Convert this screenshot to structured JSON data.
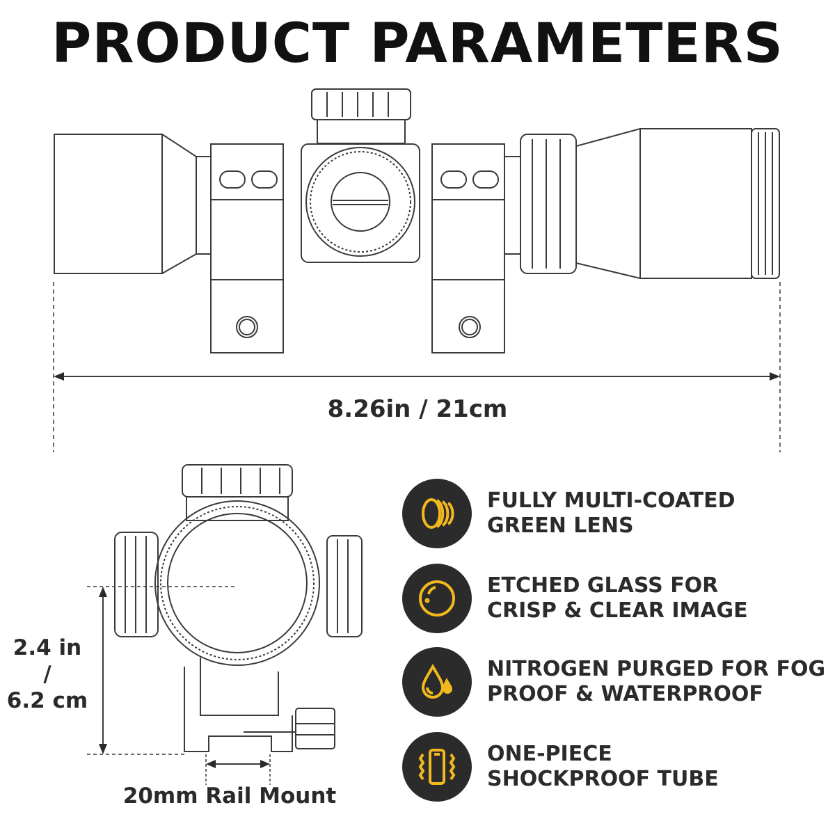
{
  "title": "PRODUCT PARAMETERS",
  "dimensions": {
    "length": "8.26in / 21cm",
    "height_line1": "2.4 in",
    "height_line2": "/",
    "height_line3": "6.2 cm",
    "rail": "20mm Rail Mount"
  },
  "features": [
    {
      "icon": "lens-icon",
      "line1": "FULLY MULTI-COATED",
      "line2": "GREEN LENS"
    },
    {
      "icon": "glass-ball-icon",
      "line1": "ETCHED GLASS FOR",
      "line2": "CRISP & CLEAR IMAGE"
    },
    {
      "icon": "water-drop-icon",
      "line1": "NITROGEN PURGED FOR FOG",
      "line2": "PROOF & WATERPROOF"
    },
    {
      "icon": "shockproof-tube-icon",
      "line1": "ONE-PIECE",
      "line2": "SHOCKPROOF TUBE"
    }
  ],
  "colors": {
    "accent": "#f2b81d",
    "badge": "#2b2b2b",
    "line": "#3a3a3a"
  }
}
